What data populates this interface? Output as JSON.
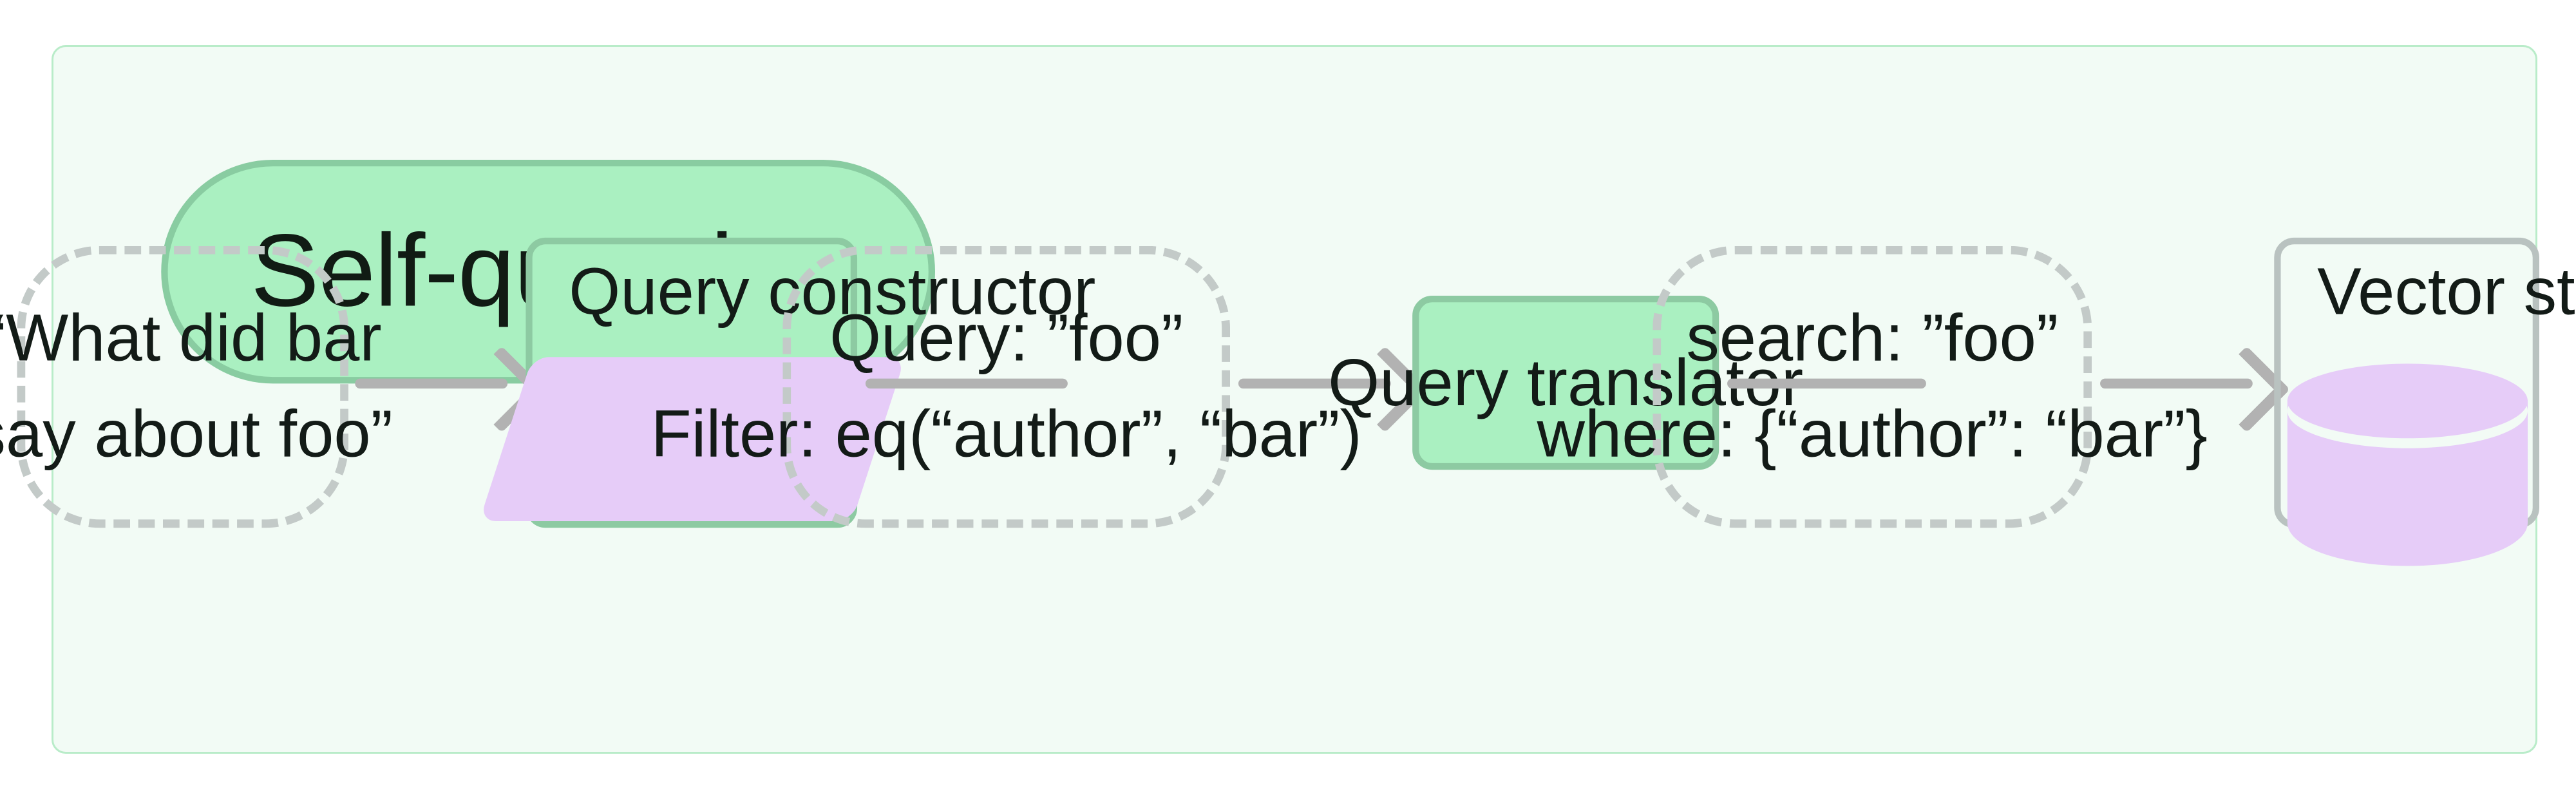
{
  "diagram": {
    "title": "Self-querying",
    "background": "#ffffff",
    "container_fill": "#f2fbf5",
    "container_border": "#b9ecc9",
    "accent_green": "#aaf0c1",
    "accent_purple": "#e6ccf8",
    "edge_color": "#b2b2b2",
    "dashed_border_color": "#c3cac8"
  },
  "nodes": [
    {
      "id": "user-question",
      "kind": "dashed",
      "lines": [
        "“What did bar",
        "say about foo”"
      ]
    },
    {
      "id": "query-constructor",
      "kind": "process",
      "label": "Query constructor",
      "icon": "parallelogram-icon"
    },
    {
      "id": "structured-query",
      "kind": "dashed",
      "lines": [
        "Query: ”foo”",
        "Filter: eq(“author”, “bar”)"
      ]
    },
    {
      "id": "query-translator",
      "kind": "process",
      "label": "Query translator"
    },
    {
      "id": "native-query",
      "kind": "dashed",
      "lines": [
        "search: ”foo”",
        "where: {“author”: “bar”}"
      ]
    },
    {
      "id": "vector-store",
      "kind": "store",
      "label": "Vector store",
      "icon": "database-cylinder-icon"
    }
  ],
  "edges": [
    {
      "from": "user-question",
      "to": "query-constructor",
      "arrowhead": true
    },
    {
      "from": "query-constructor",
      "to": "structured-query",
      "arrowhead": false
    },
    {
      "from": "structured-query",
      "to": "query-translator",
      "arrowhead": true
    },
    {
      "from": "query-translator",
      "to": "native-query",
      "arrowhead": false
    },
    {
      "from": "native-query",
      "to": "vector-store",
      "arrowhead": true
    }
  ]
}
